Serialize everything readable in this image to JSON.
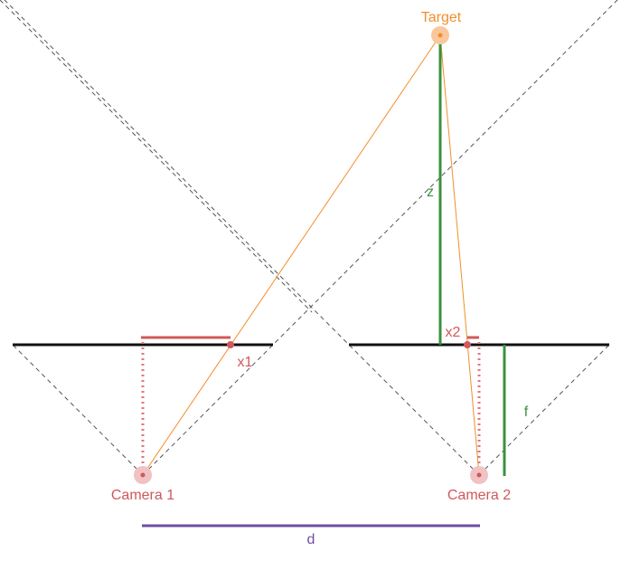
{
  "labels": {
    "target": "Target",
    "camera1": "Camera 1",
    "camera2": "Camera 2",
    "x1": "x1",
    "x2": "x2",
    "z": "z",
    "f": "f",
    "d": "d"
  },
  "colors": {
    "target": "#f28e2b",
    "camera": "#d1585b",
    "measure": "#3a913f",
    "baseline": "#6f4ea3",
    "image_plane": "#111111",
    "frustum": "#555555"
  }
}
